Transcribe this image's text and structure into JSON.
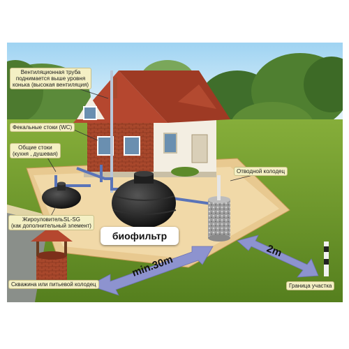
{
  "labels": {
    "ventilation": [
      "Вентиляционная труба",
      "поднимается выше уровня",
      "конька (высокая вентиляция)"
    ],
    "fecal": "Фекальные стоки (WC)",
    "common": [
      "Общие стоки",
      "(кухня , душевая)"
    ],
    "grease_trap": [
      "ЖироуловительSL-SG",
      "(как дополнительный элемент)"
    ],
    "biofilter": "биофильтр",
    "drainage_well": "Отводной колодец",
    "water_well": "Скважина или питьевой колодец",
    "boundary": "Граница участка",
    "dist_well": "min.30m",
    "dist_boundary": "2m"
  },
  "colors": {
    "label_bg": "#f4f0c4",
    "arrow": "#8d93cf",
    "pipe": "#5a74b8",
    "ground": "#e8c990",
    "grass": "#6f9a2e",
    "sky": "#bfe3f6"
  }
}
